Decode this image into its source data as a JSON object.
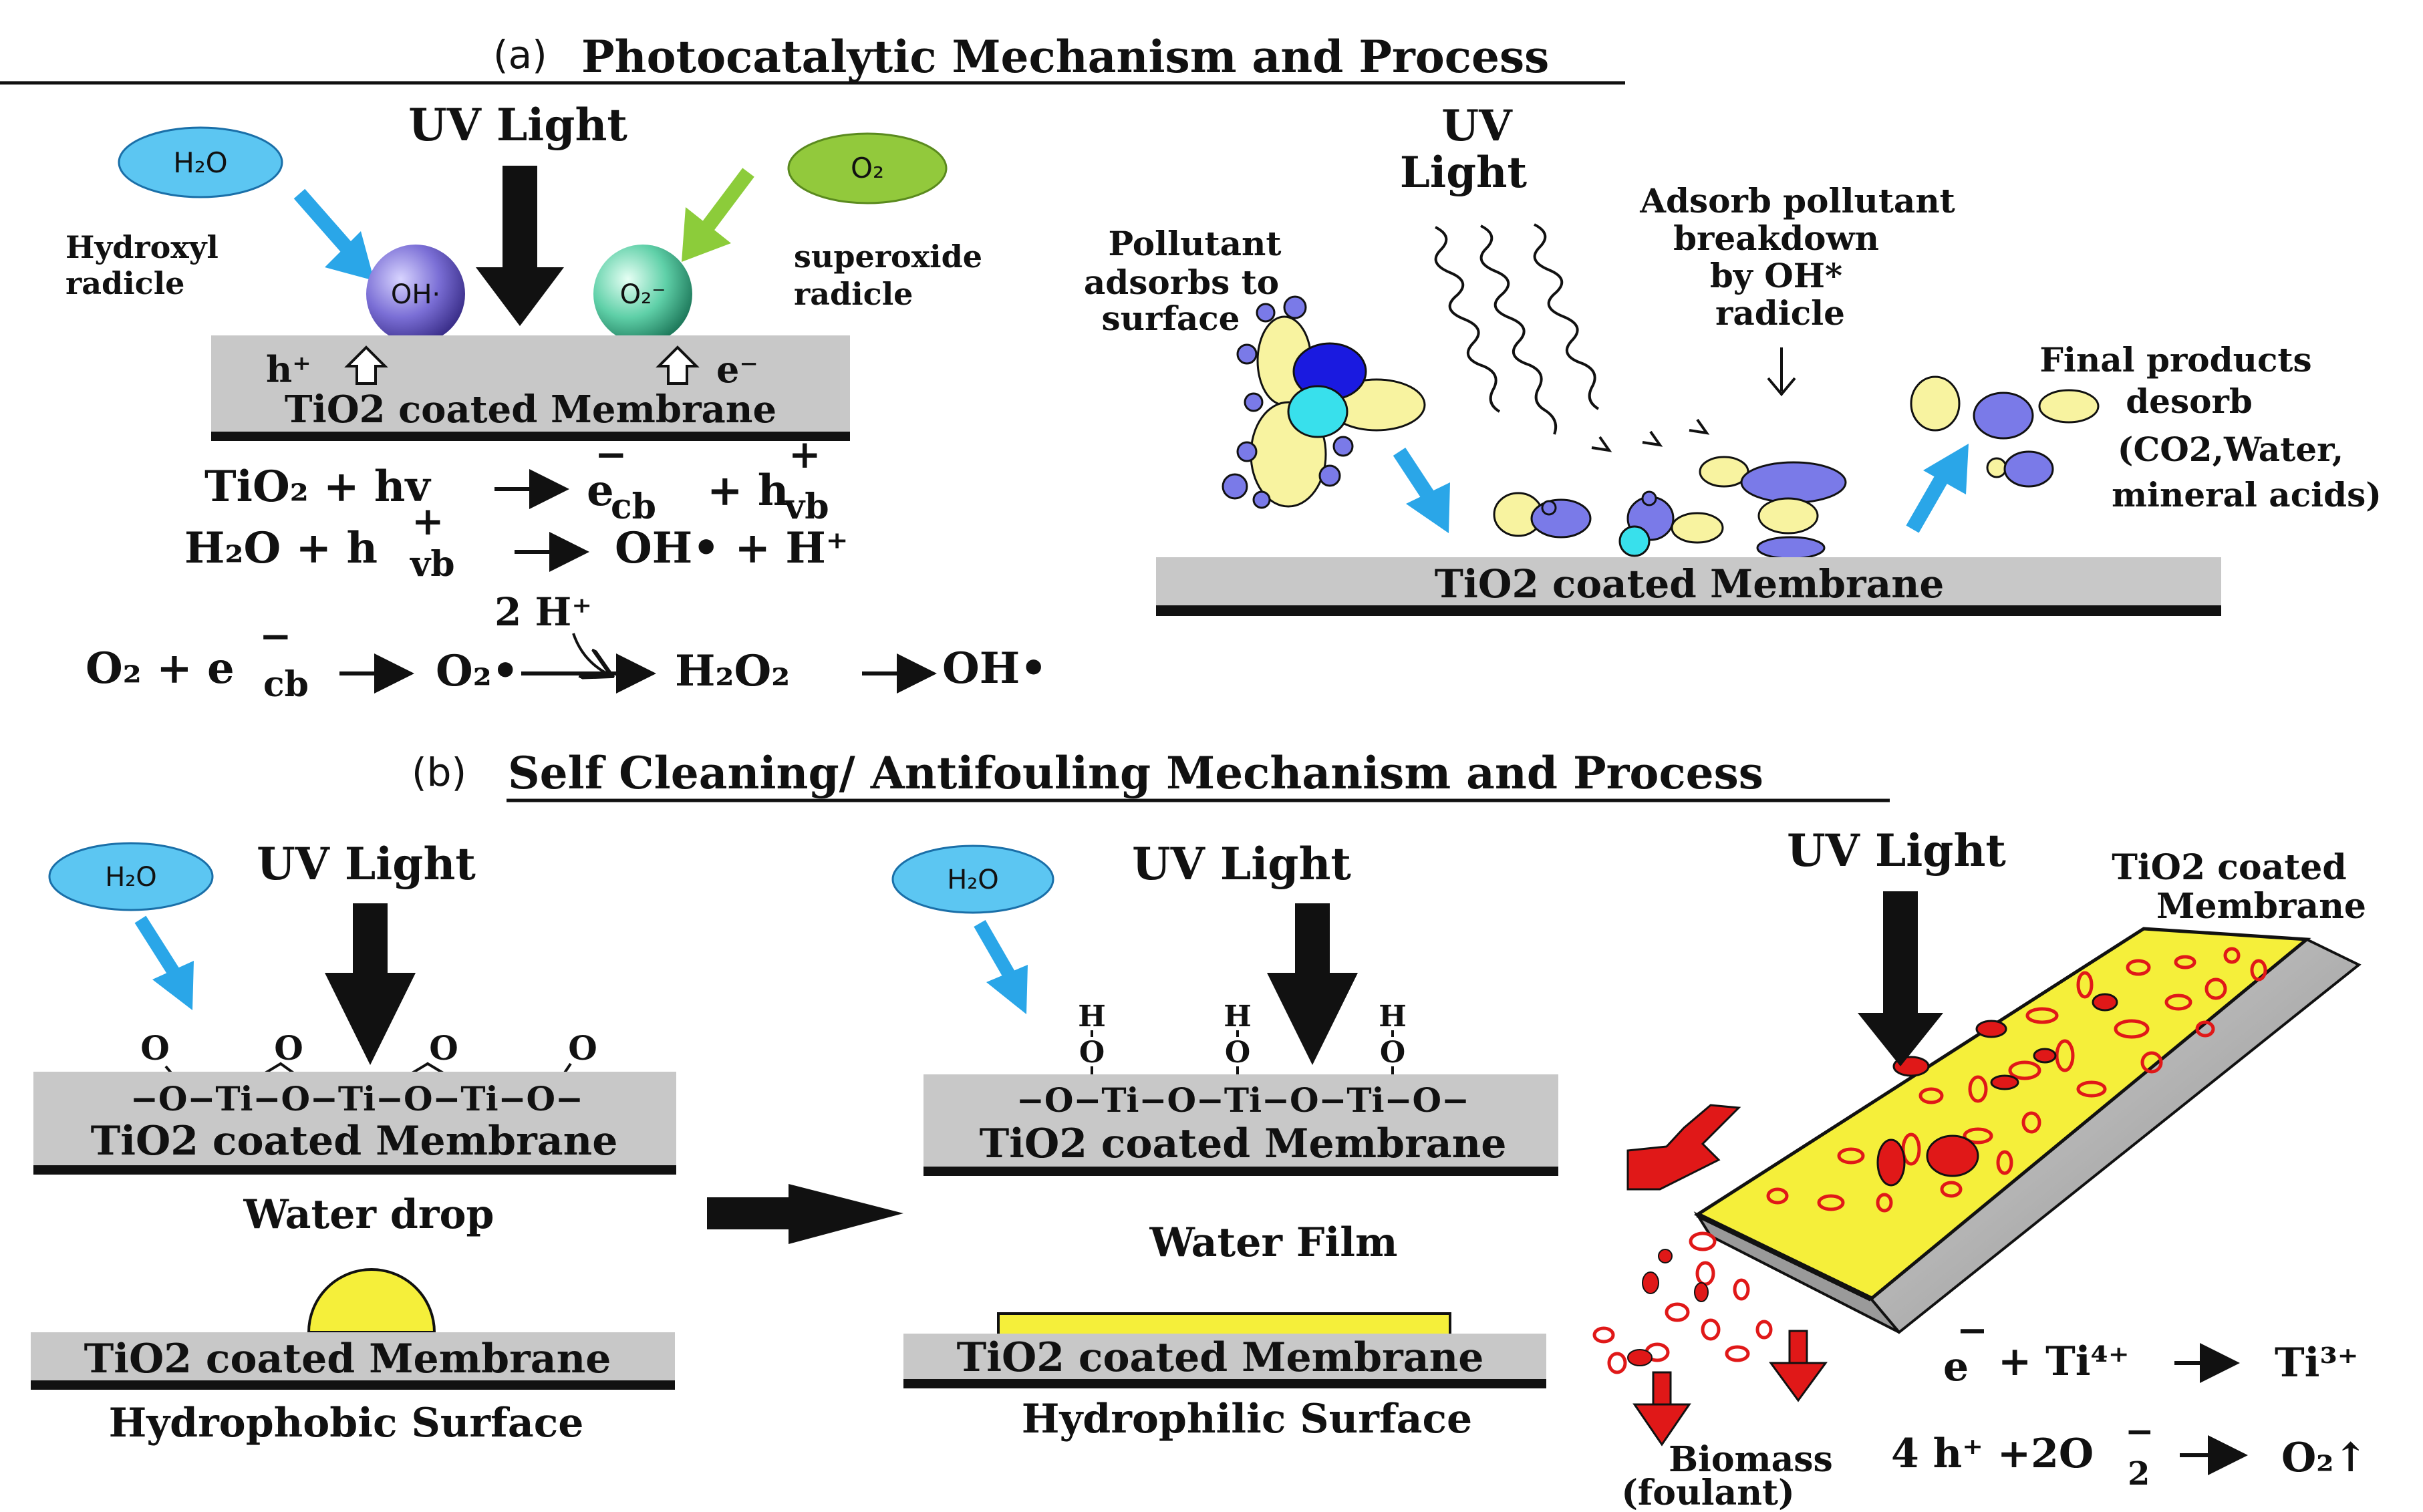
{
  "colors": {
    "membrane_gray": "#c8c8c8",
    "arrow_blue": "#2aa6e8",
    "arrow_green": "#8ccc3a",
    "h2o_blue": "#5cc6f2",
    "o2_green": "#92c93c",
    "yellow": "#f5ef3a",
    "pale_yellow": "#f8f3a0",
    "pollutant_blue": "#7a7ae8",
    "dark_blue": "#1a1ae0",
    "cyan": "#38e0ec",
    "foulant_red": "#e01818",
    "dark_red": "#b01515"
  },
  "panel_a": {
    "label": "(a)",
    "title": "Photocatalytic Mechanism and Process",
    "left": {
      "h2o": "H₂O",
      "uv_light": "UV Light",
      "o2": "O₂",
      "hydroxyl_line1": "Hydroxyl",
      "hydroxyl_line2": "radicle",
      "oh_ball": "OH·",
      "o2_ball": "O₂⁻",
      "superoxide_line1": "superoxide",
      "superoxide_line2": "radicle",
      "hole": "h⁺",
      "electron": "e⁻",
      "membrane": "TiO2 coated Membrane"
    },
    "equations": {
      "eq1_lhs": "TiO₂ + hv",
      "eq1_e": "e",
      "eq1_e_sub": "cb",
      "eq1_h": "+ h",
      "eq1_h_sub": "vb",
      "eq2_lhs": "H₂O + h",
      "eq2_sub": "vb",
      "eq2_rhs": "OH• + H⁺",
      "eq3_2h": "2 H⁺",
      "eq3_lhs": "O₂ + e",
      "eq3_sub": "cb",
      "eq3_o2": "O₂•",
      "eq3_h2o2": "H₂O₂",
      "eq3_oh": "OH•",
      "plus": "+",
      "minus": "−"
    },
    "right": {
      "uv_line1": "UV",
      "uv_line2": "Light",
      "pollutant_line1": "Pollutant",
      "pollutant_line2": "adsorbs to",
      "pollutant_line3": "surface",
      "breakdown_line1": "Adsorb pollutant",
      "breakdown_line2": "breakdown",
      "breakdown_line3": "by OH*",
      "breakdown_line4": "radicle",
      "final_line1": "Final products",
      "final_line2": "desorb",
      "final_line3": "(CO2,Water,",
      "final_line4": "mineral acids)",
      "membrane": "TiO2 coated Membrane"
    }
  },
  "panel_b": {
    "label": "(b)",
    "title": "Self Cleaning/ Antifouling Mechanism and Process",
    "left": {
      "h2o": "H₂O",
      "uv_light": "UV Light",
      "lattice": "−O−Ti−O−Ti−O−Ti−O−",
      "o_atom": "O",
      "membrane_top": "TiO2 coated Membrane",
      "water_drop": "Water drop",
      "membrane_bottom": "TiO2 coated Membrane",
      "surface": "Hydrophobic Surface"
    },
    "middle": {
      "h2o": "H₂O",
      "uv_light": "UV Light",
      "h_atom": "H",
      "o_atom": "O",
      "lattice": "−O−Ti−O−Ti−O−Ti−O−",
      "membrane_top": "TiO2 coated Membrane",
      "water_film": "Water Film",
      "membrane_bottom": "TiO2 coated Membrane",
      "surface": "Hydrophilic Surface"
    },
    "right": {
      "uv_light": "UV Light",
      "membrane_line1": "TiO2 coated",
      "membrane_line2": "Membrane",
      "eq1_e": "e",
      "eq1_ti4": "+ Ti⁴⁺",
      "eq1_ti3": "Ti³⁺",
      "biomass_line1": "Biomass",
      "biomass_line2": "(foulant)",
      "eq2_lhs": "4 h⁺ +2O",
      "eq2_sub": "2",
      "eq2_rhs": "O₂↑"
    }
  }
}
